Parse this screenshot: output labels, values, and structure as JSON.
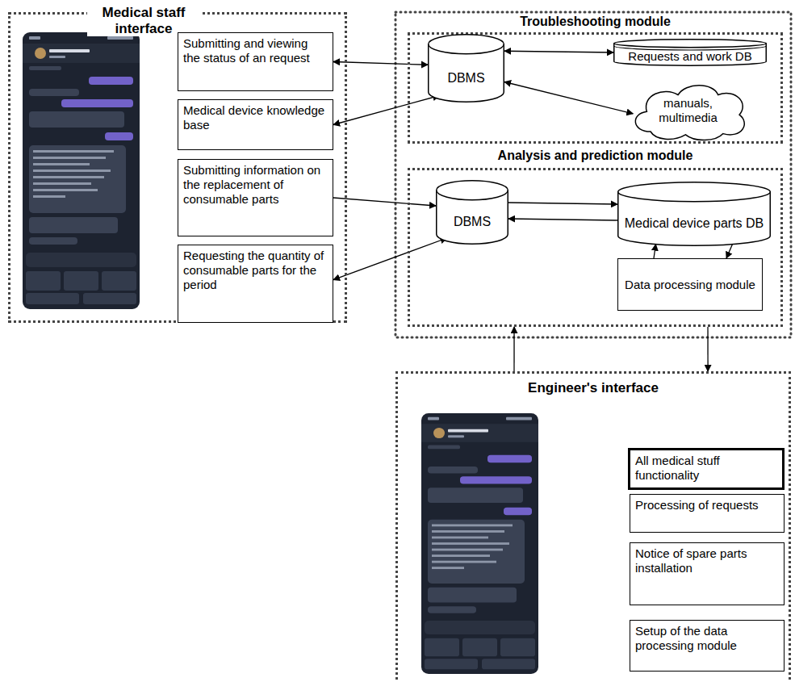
{
  "diagram": {
    "nodes": [
      {
        "text": [
          "Medical staff interface"
        ]
      },
      {
        "text": [
          "Submitting and viewing the status of an request"
        ],
        "in": 0
      },
      {
        "text": [
          "Medical device knowledge base"
        ],
        "in": 0
      },
      {
        "text": [
          "Submitting information on the replacement of consumable parts"
        ],
        "in": 0
      },
      {
        "text": [
          "Requesting the quantity of consumable parts for the period"
        ],
        "in": 0
      },
      {
        "text": [
          "Troubleshooting module"
        ]
      },
      {
        "text": [
          "DBMS"
        ],
        "in": 5
      },
      {
        "text": [
          "Requests and work DB"
        ],
        "in": 5
      },
      {
        "text": [
          "manuals, multimedia"
        ],
        "in": 5
      },
      {
        "text": [
          "Analysis and prediction module"
        ]
      },
      {
        "text": [
          "DBMS"
        ],
        "in": 9
      },
      {
        "text": [
          "Medical device parts DB"
        ],
        "in": 9
      },
      {
        "text": [
          "Data processing module"
        ],
        "in": 9
      },
      {
        "text": [
          "Engineer's interface"
        ]
      },
      {
        "text": [
          "All medical stuff functionality"
        ],
        "in": 13
      },
      {
        "text": [
          "Processing of requests"
        ],
        "in": 13
      },
      {
        "text": [
          "Notice of spare parts installation"
        ],
        "in": 13
      },
      {
        "text": [
          "Setup of the data processing module"
        ],
        "in": 13
      }
    ],
    "edges": [
      {
        "from": 1,
        "to": 6,
        "arrow": "both"
      },
      {
        "from": 2,
        "to": 6,
        "arrow": "both"
      },
      {
        "from": 3,
        "to": 10,
        "arrow": "to"
      },
      {
        "from": 4,
        "to": 10,
        "arrow": "both"
      },
      {
        "from": 6,
        "to": 7,
        "arrow": "both"
      },
      {
        "from": 6,
        "to": 8,
        "arrow": "both"
      },
      {
        "from": 10,
        "to": 11,
        "arrow": "to"
      },
      {
        "from": 11,
        "to": 10,
        "arrow": "to"
      },
      {
        "from": 12,
        "to": 11,
        "arrow": "to"
      },
      {
        "from": 11,
        "to": 12,
        "arrow": "to"
      },
      {
        "from": 13,
        "to": 9,
        "arrow": "to"
      },
      {
        "from": 9,
        "to": 13,
        "arrow": "to"
      }
    ]
  }
}
